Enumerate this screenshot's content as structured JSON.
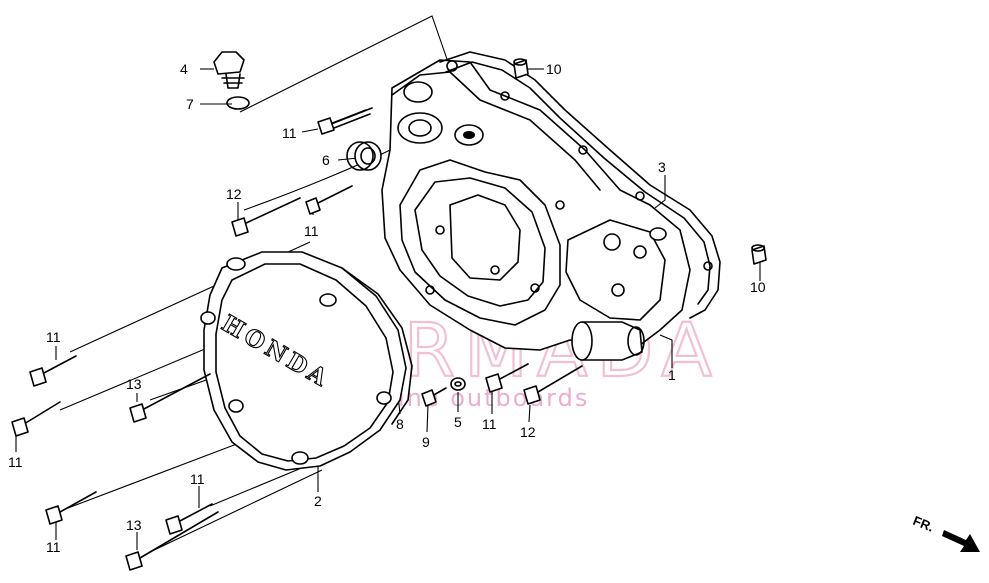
{
  "diagram": {
    "brand_text": "HONDA",
    "orientation_label": "FR.",
    "watermark": {
      "title": "ARMADA",
      "subtitle": "marine outboards",
      "color": "#e9a8c8"
    },
    "callouts": [
      {
        "id": "c-4",
        "text": "4"
      },
      {
        "id": "c-7",
        "text": "7"
      },
      {
        "id": "c-11a",
        "text": "11"
      },
      {
        "id": "c-6",
        "text": "6"
      },
      {
        "id": "c-12a",
        "text": "12"
      },
      {
        "id": "c-11b",
        "text": "11"
      },
      {
        "id": "c-10a",
        "text": "10"
      },
      {
        "id": "c-3",
        "text": "3"
      },
      {
        "id": "c-10b",
        "text": "10"
      },
      {
        "id": "c-1",
        "text": "1"
      },
      {
        "id": "c-11c",
        "text": "11"
      },
      {
        "id": "c-13a",
        "text": "13"
      },
      {
        "id": "c-11d",
        "text": "11"
      },
      {
        "id": "c-8",
        "text": "8"
      },
      {
        "id": "c-9",
        "text": "9"
      },
      {
        "id": "c-5",
        "text": "5"
      },
      {
        "id": "c-11e",
        "text": "11"
      },
      {
        "id": "c-12b",
        "text": "12"
      },
      {
        "id": "c-2",
        "text": "2"
      },
      {
        "id": "c-11f",
        "text": "11"
      },
      {
        "id": "c-11g",
        "text": "11"
      },
      {
        "id": "c-13b",
        "text": "13"
      }
    ]
  }
}
